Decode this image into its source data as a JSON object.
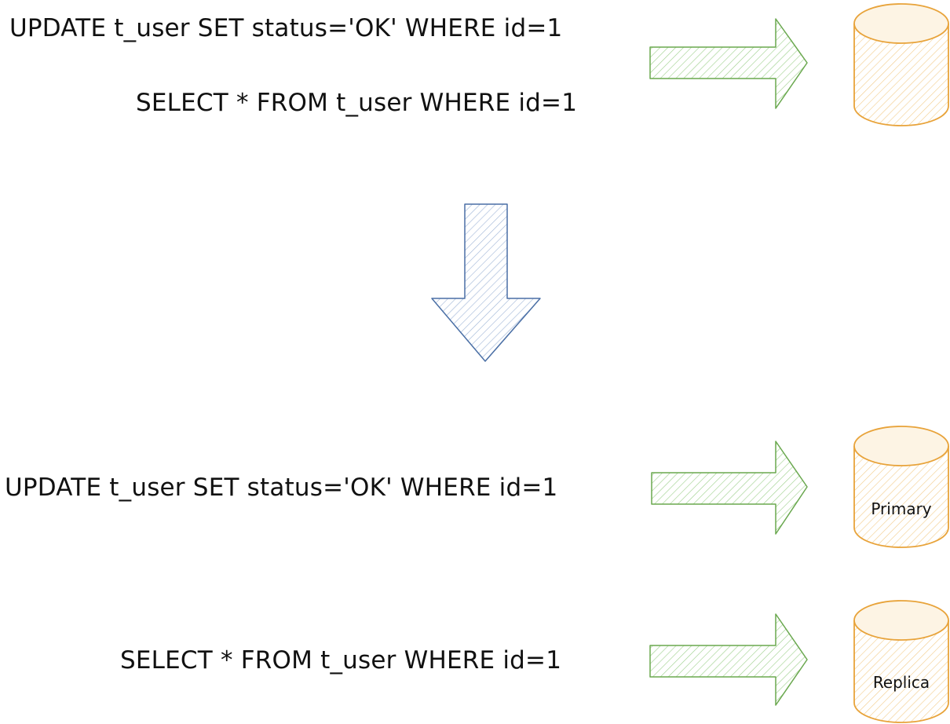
{
  "before": {
    "update_sql": "UPDATE t_user SET status='OK' WHERE id=1",
    "select_sql": "SELECT * FROM t_user WHERE id=1"
  },
  "after": {
    "update_sql": "UPDATE t_user SET status='OK' WHERE id=1",
    "select_sql": "SELECT * FROM t_user WHERE id=1",
    "primary_label": "Primary",
    "replica_label": "Replica"
  },
  "colors": {
    "right_arrow": "#6aa84f",
    "down_arrow": "#4a6fa5",
    "database": "#e8a33a"
  }
}
